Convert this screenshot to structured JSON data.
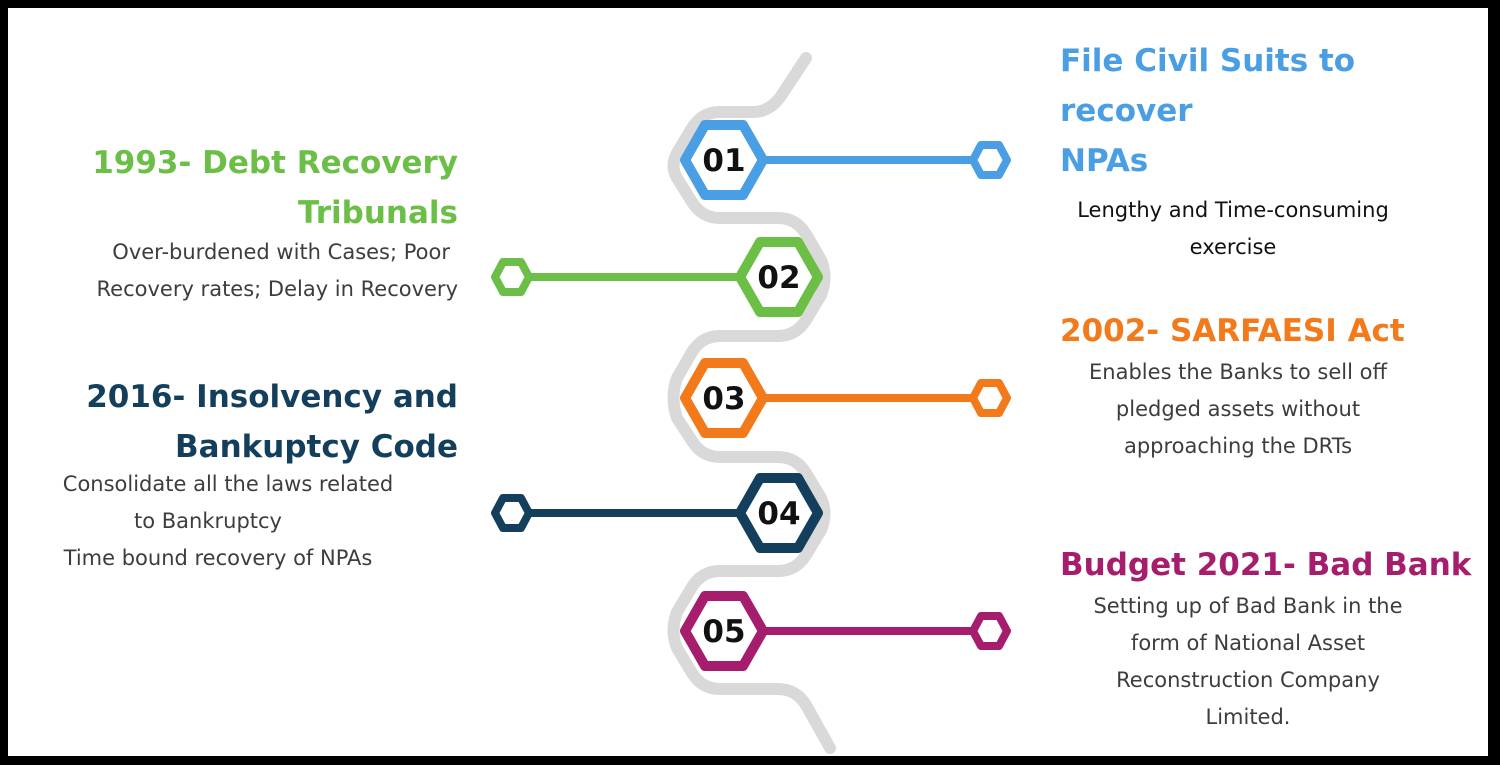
{
  "steps": [
    {
      "number": "01",
      "side": "right",
      "color": "#4a9ee3",
      "title_lines": [
        "File Civil Suits to recover",
        "NPAs"
      ],
      "desc_lines": [
        "Lengthy and Time-consuming",
        "exercise"
      ]
    },
    {
      "number": "02",
      "side": "left",
      "color": "#6cbf46",
      "title_lines": [
        "1993- Debt Recovery",
        "Tribunals"
      ],
      "desc_lines": [
        "Over-burdened with Cases; Poor",
        "Recovery rates; Delay in Recovery"
      ]
    },
    {
      "number": "03",
      "side": "right",
      "color": "#f27a1a",
      "title_lines": [
        "2002- SARFAESI Act"
      ],
      "desc_lines": [
        "Enables the Banks to sell off",
        "pledged assets without",
        "approaching the DRTs"
      ]
    },
    {
      "number": "04",
      "side": "left",
      "color": "#133f5c",
      "title_lines": [
        "2016- Insolvency and",
        "Bankuptcy Code"
      ],
      "desc_lines": [
        "Consolidate all the laws related",
        "to Bankruptcy",
        "Time bound recovery of NPAs"
      ]
    },
    {
      "number": "05",
      "side": "right",
      "color": "#a51d6c",
      "title_lines": [
        "Budget 2021- Bad Bank"
      ],
      "desc_lines": [
        "Setting up of Bad Bank in the",
        "form of National Asset",
        "Reconstruction Company",
        "Limited."
      ]
    }
  ]
}
